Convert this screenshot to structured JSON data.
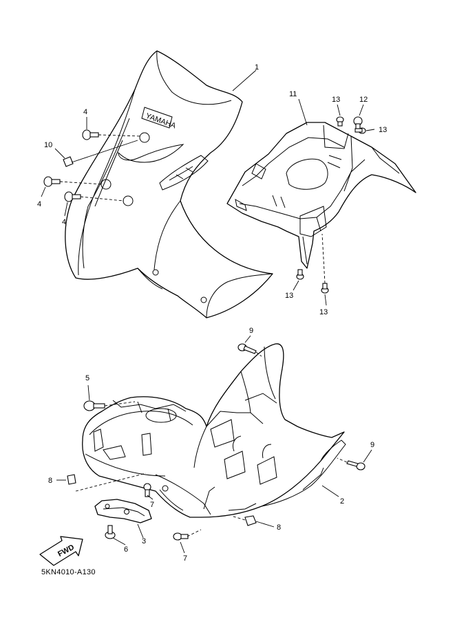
{
  "diagram": {
    "code": "5KN4010-A130",
    "brand_mark": "YAMAHA",
    "fwd_label": "FWD",
    "callouts": {
      "c1": "1",
      "c2": "2",
      "c3": "3",
      "c4a": "4",
      "c4b": "4",
      "c4c": "4",
      "c5": "5",
      "c6": "6",
      "c7a": "7",
      "c7b": "7",
      "c8a": "8",
      "c8b": "8",
      "c9a": "9",
      "c9b": "9",
      "c10": "10",
      "c11": "11",
      "c12": "12",
      "c13a": "13",
      "c13b": "13",
      "c13c": "13",
      "c13d": "13"
    }
  }
}
